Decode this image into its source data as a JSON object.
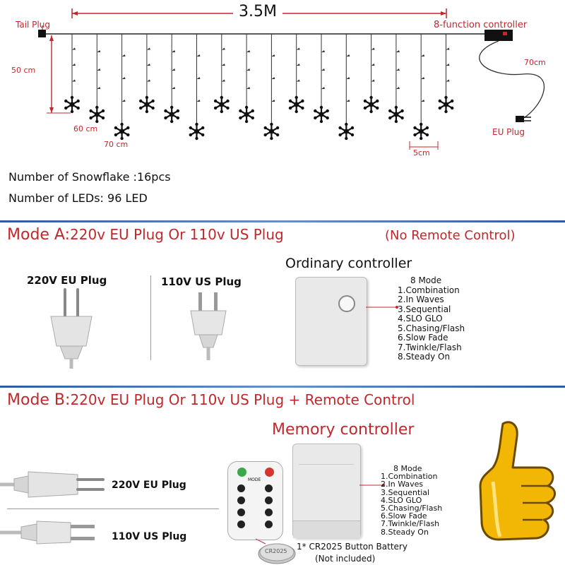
{
  "diagram": {
    "width_label": "3.5M",
    "tail_plug": "Tail Plug",
    "controller_label": "8-function controller",
    "height_label": "50 cm",
    "cable_label": "70cm",
    "eu_plug": "EU Plug",
    "drop_60": "60 cm",
    "drop_70": "70 cm",
    "gap_label": "5cm"
  },
  "specs": {
    "snowflakes": "Number of Snowflake :16pcs",
    "leds": "Number of LEDs: 96 LED"
  },
  "mode_a": {
    "title_prefix": "Mode A:",
    "title_rest": "220v EU Plug Or 110v US Plug",
    "note": "(No Remote Control)",
    "eu_label": "220V EU Plug",
    "us_label": "110V US Plug",
    "controller_title": "Ordinary controller",
    "modes_heading": "8 Mode",
    "modes": [
      "1.Combination",
      "2.In Waves",
      "3.Sequential",
      "4.SLO GLO",
      "5.Chasing/Flash",
      "6.Slow Fade",
      "7.Twinkle/Flash",
      "8.Steady On"
    ]
  },
  "mode_b": {
    "title_prefix": "Mode B:",
    "title_rest": "220v EU Plug Or 110v US Plug + Remote Control",
    "controller_title": "Memory controller",
    "eu_label": "220V EU Plug",
    "us_label": "110V US Plug",
    "remote_mode_label": "MODE",
    "modes_heading": "8 Mode",
    "modes": [
      "1.Combination",
      "2.In Waves",
      "3.Sequential",
      "4.SLO GLO",
      "5.Chasing/Flash",
      "6.Slow Fade",
      "7.Twinkle/Flash",
      "8.Steady On"
    ],
    "battery": "1* CR2025 Button Battery",
    "battery_note": "(Not included)",
    "battery_coin_text": "CR2025"
  },
  "icons": {
    "snowflake": "snowflake-icon",
    "thumb": "thumbs-up-icon",
    "eu_plug": "eu-plug-icon",
    "us_plug": "us-plug-icon",
    "remote": "remote-control-icon",
    "battery": "coin-battery-icon"
  },
  "colors": {
    "accent_red": "#c0282b",
    "rule_blue": "#2d5aa0",
    "thumb_yellow": "#f2b705"
  }
}
